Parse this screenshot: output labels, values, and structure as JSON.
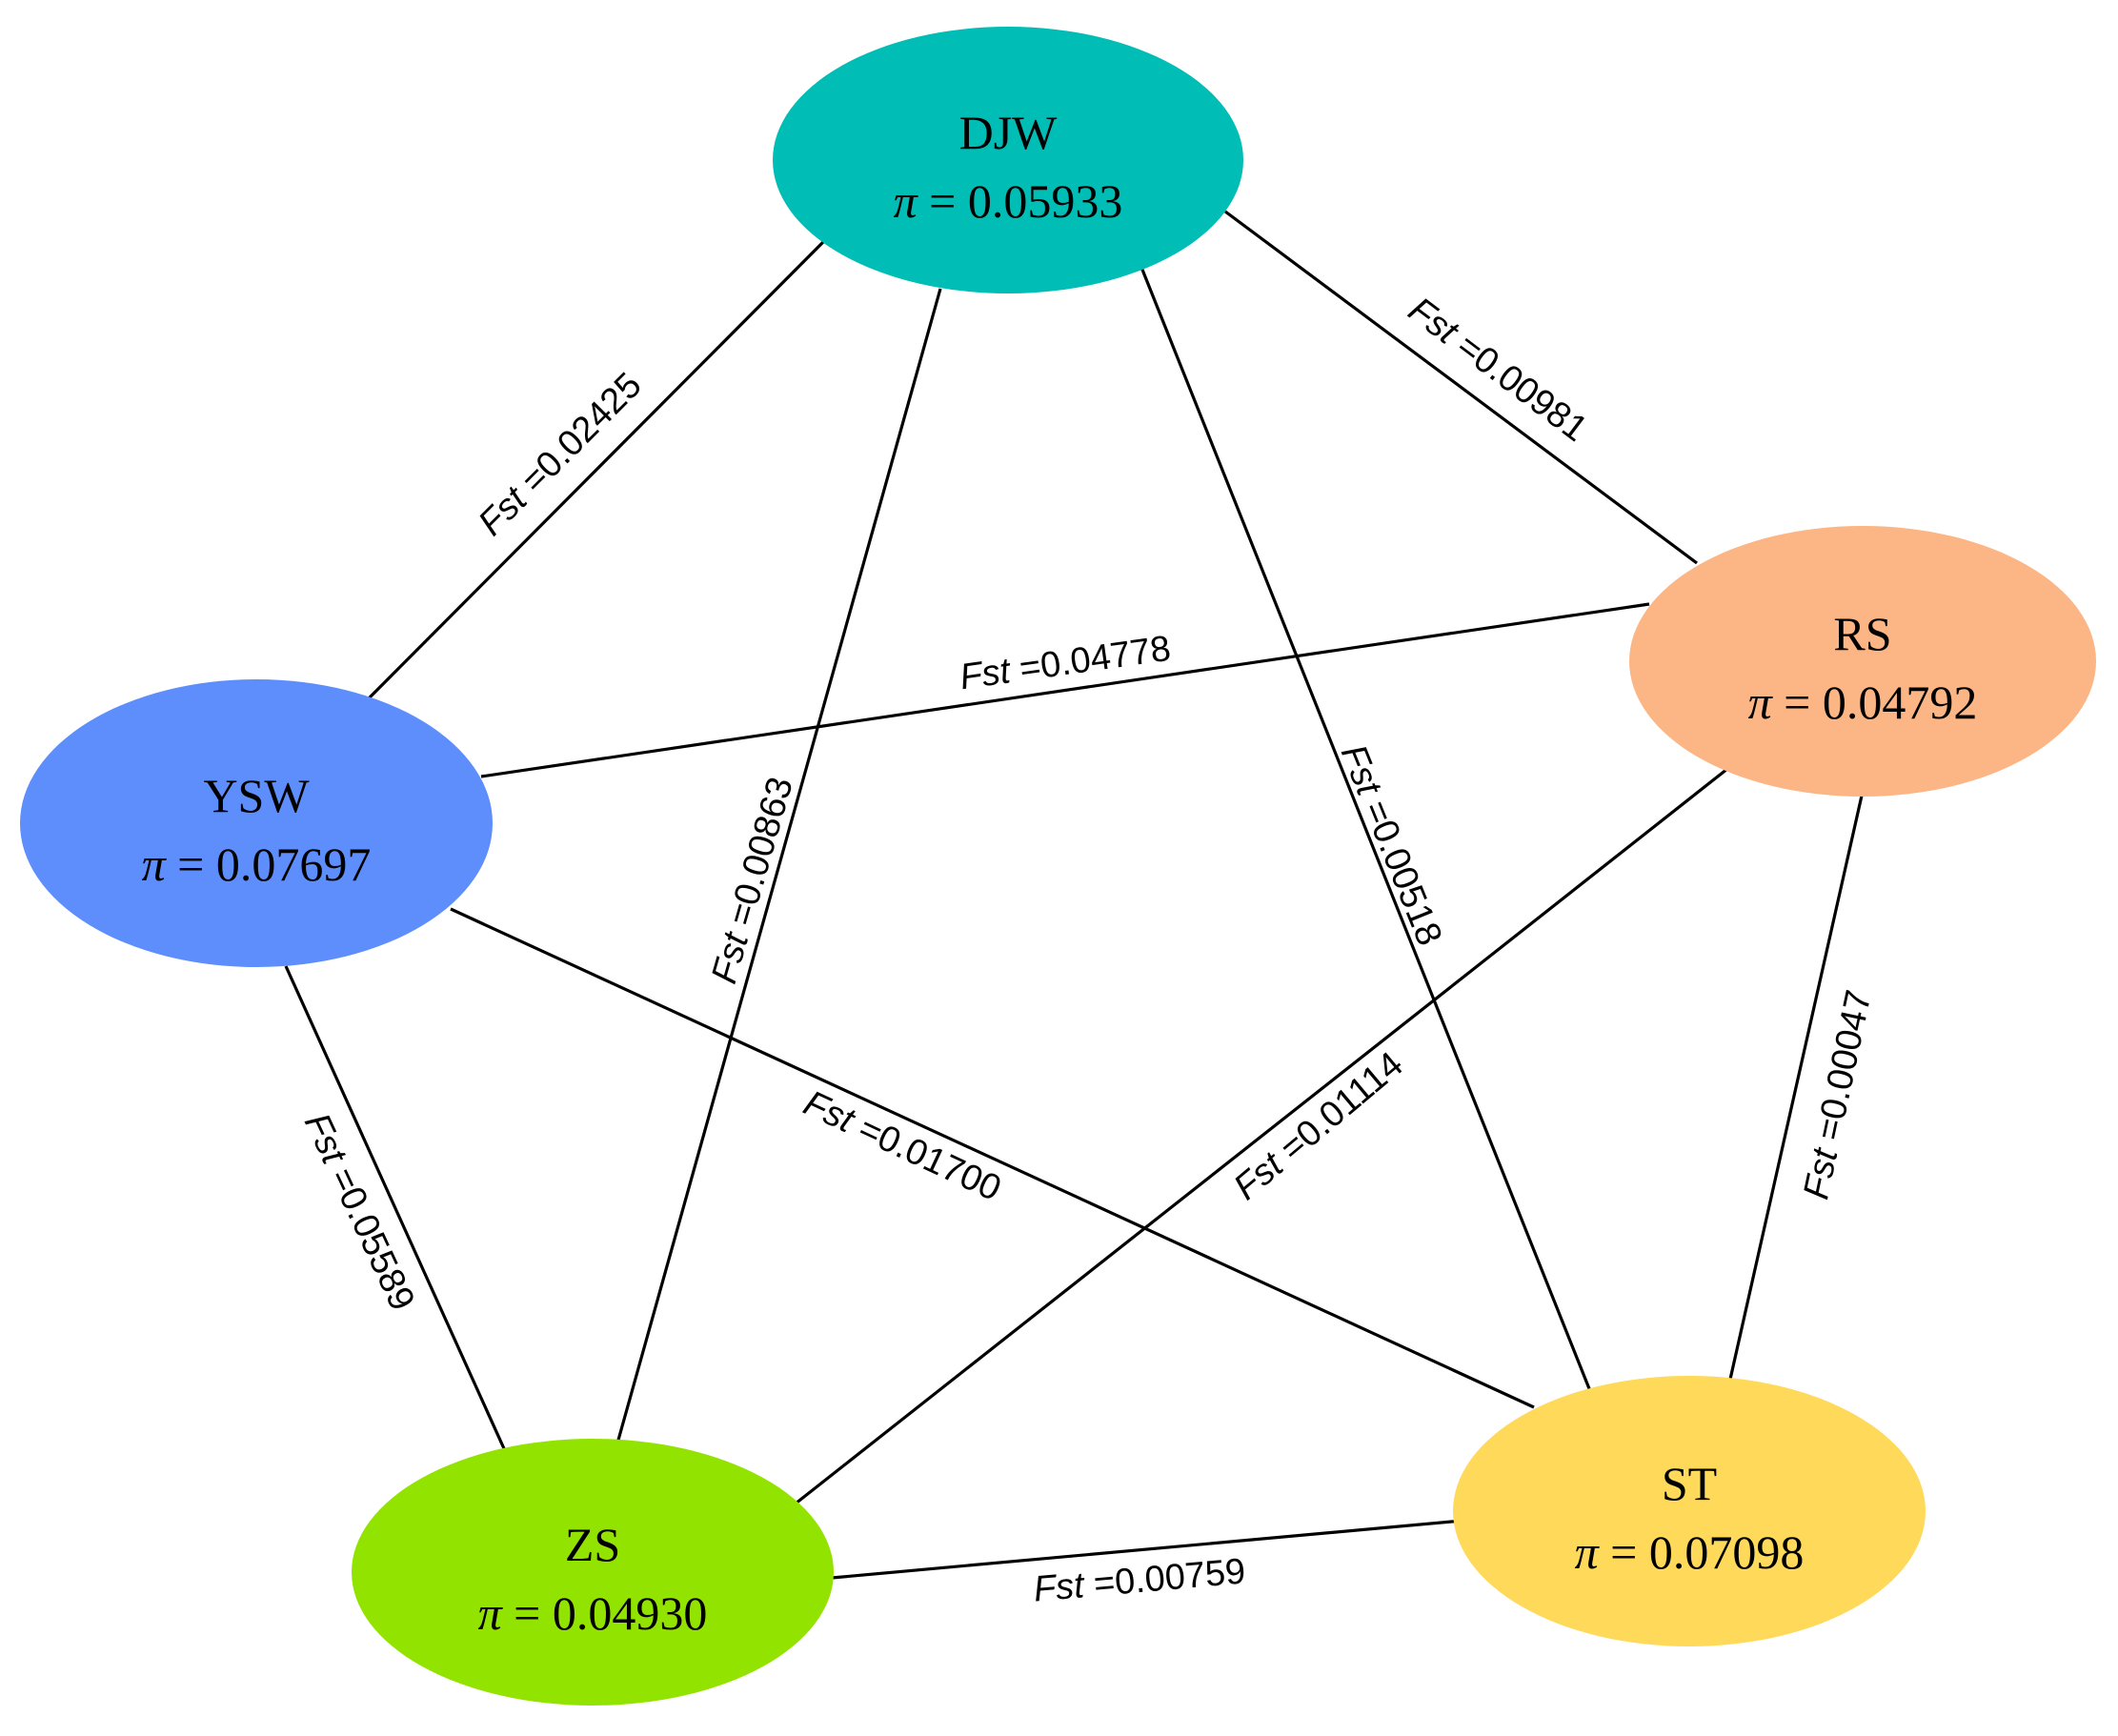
{
  "nodes": [
    {
      "id": "DJW",
      "name": "DJW",
      "pi_symbol": "π",
      "pi_text": " = 0.05933",
      "color": "#00BDB5"
    },
    {
      "id": "RS",
      "name": "RS",
      "pi_symbol": "π",
      "pi_text": " = 0.04792",
      "color": "#FCB584"
    },
    {
      "id": "YSW",
      "name": "YSW",
      "pi_symbol": "π",
      "pi_text": " = 0.07697",
      "color": "#5D8EFC"
    },
    {
      "id": "ZS",
      "name": "ZS",
      "pi_symbol": "π",
      "pi_text": " = 0.04930",
      "color": "#93E300"
    },
    {
      "id": "ST",
      "name": "ST",
      "pi_symbol": "π",
      "pi_text": " = 0.07098",
      "color": "#FED95A"
    }
  ],
  "edges": [
    {
      "from": "DJW",
      "to": "YSW",
      "fst_symbol": "Fst",
      "value_text": " =0.02425"
    },
    {
      "from": "DJW",
      "to": "RS",
      "fst_symbol": "Fst",
      "value_text": " =0.00981"
    },
    {
      "from": "DJW",
      "to": "ZS",
      "fst_symbol": "Fst",
      "value_text": " =0.00863"
    },
    {
      "from": "DJW",
      "to": "ST",
      "fst_symbol": "Fst",
      "value_text": " =0.00518"
    },
    {
      "from": "YSW",
      "to": "RS",
      "fst_symbol": "Fst",
      "value_text": " =0.04778"
    },
    {
      "from": "YSW",
      "to": "ZS",
      "fst_symbol": "Fst",
      "value_text": " =0.05589"
    },
    {
      "from": "YSW",
      "to": "ST",
      "fst_symbol": "Fst",
      "value_text": " =0.01700"
    },
    {
      "from": "RS",
      "to": "ZS",
      "fst_symbol": "Fst",
      "value_text": " =0.01114"
    },
    {
      "from": "RS",
      "to": "ST",
      "fst_symbol": "Fst",
      "value_text": " =0.00047"
    },
    {
      "from": "ZS",
      "to": "ST",
      "fst_symbol": "Fst",
      "value_text": " =0.00759"
    }
  ]
}
